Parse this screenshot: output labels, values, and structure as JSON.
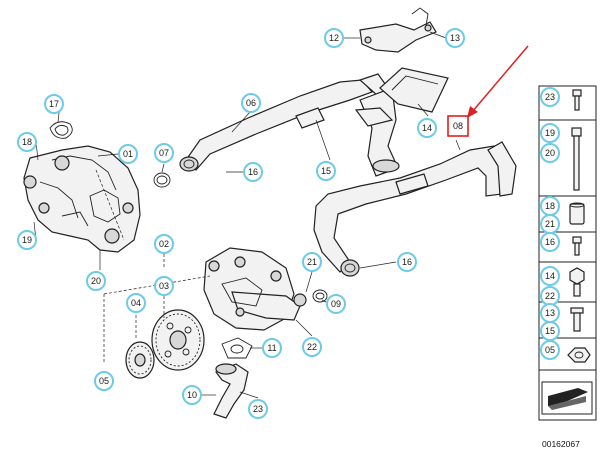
{
  "diagram": {
    "callouts": [
      {
        "id": "c17",
        "label": "17"
      },
      {
        "id": "c18",
        "label": "18"
      },
      {
        "id": "c01",
        "label": "01"
      },
      {
        "id": "c19a",
        "label": "19"
      },
      {
        "id": "c20a",
        "label": "20"
      },
      {
        "id": "c06",
        "label": "06"
      },
      {
        "id": "c07",
        "label": "07"
      },
      {
        "id": "c16a",
        "label": "16"
      },
      {
        "id": "c15",
        "label": "15"
      },
      {
        "id": "c12",
        "label": "12"
      },
      {
        "id": "c13a",
        "label": "13"
      },
      {
        "id": "c14a",
        "label": "14"
      },
      {
        "id": "c02",
        "label": "02"
      },
      {
        "id": "c03",
        "label": "03"
      },
      {
        "id": "c04",
        "label": "04"
      },
      {
        "id": "c05a",
        "label": "05"
      },
      {
        "id": "c21",
        "label": "21"
      },
      {
        "id": "c09",
        "label": "09"
      },
      {
        "id": "c22",
        "label": "22"
      },
      {
        "id": "c11",
        "label": "11"
      },
      {
        "id": "c10",
        "label": "10"
      },
      {
        "id": "c23a",
        "label": "23"
      },
      {
        "id": "c16b",
        "label": "16"
      }
    ],
    "highlight": {
      "label": "08",
      "color": "#e02020"
    },
    "side_panel": {
      "items": [
        {
          "labels": [
            "23"
          ]
        },
        {
          "labels": [
            "19",
            "20"
          ]
        },
        {
          "labels": [
            "18",
            "21"
          ]
        },
        {
          "labels": [
            "16"
          ]
        },
        {
          "labels": [
            "14",
            "22"
          ]
        },
        {
          "labels": [
            "13",
            "15"
          ]
        },
        {
          "labels": [
            "05"
          ]
        }
      ]
    },
    "document_id": "00162067",
    "accent_color": "#6ecbe8"
  }
}
